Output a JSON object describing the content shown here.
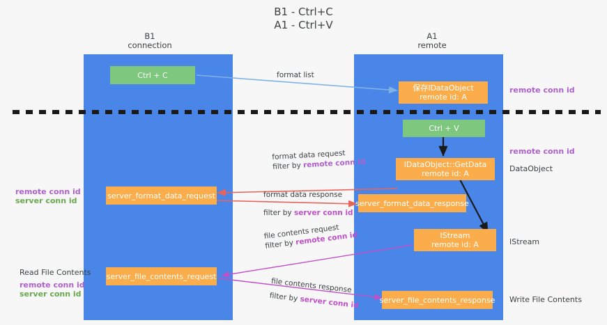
{
  "title": "B1 - Ctrl+C\nA1 - Ctrl+V",
  "columns": [
    {
      "name": "b1",
      "header": "B1\nconnection"
    },
    {
      "name": "a1",
      "header": "A1\nremote"
    }
  ],
  "boxes": {
    "ctrl_c": "Ctrl + C",
    "save_idataobject": "保存IDataObject\nremote id: A",
    "ctrl_v": "Ctrl + V",
    "idataobject_getdata": "IDataObject::GetData\nremote id: A",
    "server_format_data_request": "server_format_data_request",
    "server_format_data_response": "server_format_data_response",
    "istream": "IStream\nremote id: A",
    "server_file_contents_request": "server_file_contents_request",
    "server_file_contents_response": "server_file_contents_response"
  },
  "arrow_labels": {
    "format_list": "format list",
    "format_data_request": "format data request",
    "format_data_request_filter_prefix": "filter by ",
    "format_data_request_filter_key": "remote conn id",
    "format_data_response": "format data response",
    "format_data_response_filter_prefix": "filter by ",
    "format_data_response_filter_key": "server conn id",
    "file_contents_request": "file contents request",
    "file_contents_request_filter_prefix": "filter by ",
    "file_contents_request_filter_key": "remote conn id",
    "file_contents_response": "file contents response",
    "file_contents_response_filter_prefix": "filter by ",
    "file_contents_response_filter_key": "server conn id"
  },
  "right_notes": {
    "remote_conn_id_top": "remote conn id",
    "remote_conn_id_mid": "remote conn id",
    "dataobject": "DataObject",
    "istream": "IStream",
    "write_file_contents": "Write File Contents"
  },
  "left_notes": {
    "remote_conn_id_1": "remote conn id",
    "server_conn_id_1": "server conn id",
    "read_file_contents": "Read File Contents",
    "remote_conn_id_2": "remote conn id",
    "server_conn_id_2": "server conn id"
  },
  "colors": {
    "lane": "#4a86e8",
    "green_box": "#7ec77e",
    "orange_box": "#fbad4b",
    "purple_key": "#b05fce",
    "green_key": "#6aa84f",
    "red_arrow": "#e8645a",
    "magenta_arrow": "#c050c8",
    "blue_arrow": "#7fb2e5",
    "black_arrow": "#1a1a1a",
    "divider": "#1a1a1a",
    "background": "#f7f7f7"
  }
}
